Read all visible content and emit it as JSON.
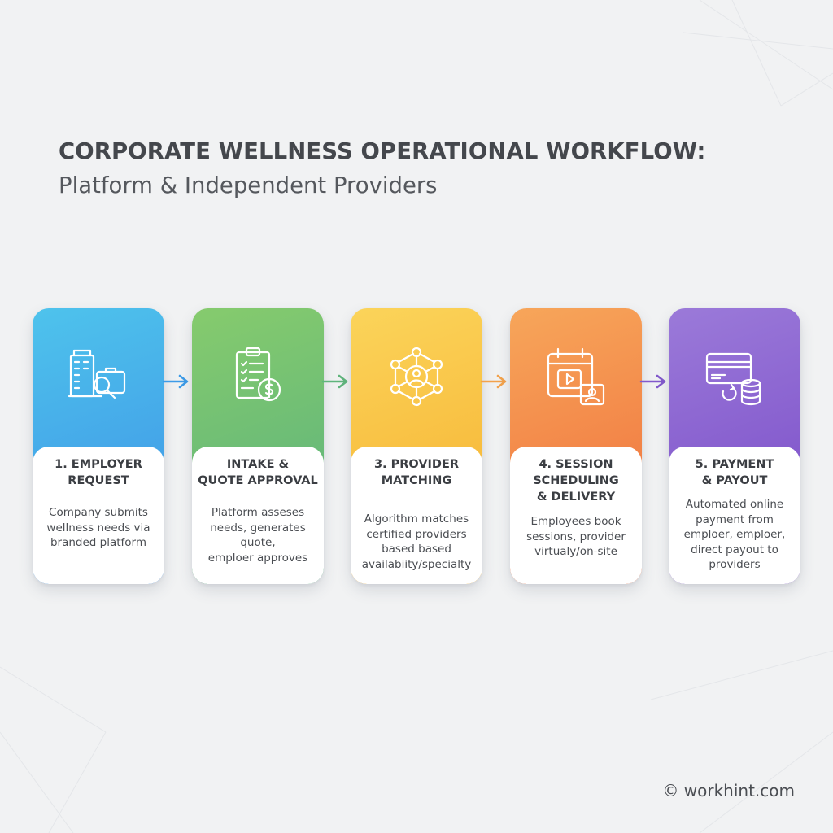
{
  "title": {
    "main": "CORPORATE WELLNESS OPERATIONAL WORKFLOW:",
    "sub": "Platform & Independent Providers"
  },
  "steps": [
    {
      "title": "1. EMPLOYER\nREQUEST",
      "description": "Company submits\nwellness needs via\nbranded platform",
      "icon": "building-search-icon",
      "color": "#3d9be8"
    },
    {
      "title": "INTAKE &\nQUOTE APPROVAL",
      "description": "Platform asseses\nneeds, generates quote,\nemploer approves",
      "icon": "clipboard-dollar-icon",
      "color": "#5fb57c"
    },
    {
      "title": "3. PROVIDER\nMATCHING",
      "description": "Algorithm matches\ncertified providers\nbased based\navailabiity/specialty",
      "icon": "network-user-icon",
      "color": "#f8bb3a"
    },
    {
      "title": "4. SESSION\nSCHEDULING\n& DELIVERY",
      "description": "Employees book\nsessions, provider\nvirtualy/on-site",
      "icon": "calendar-video-icon",
      "color": "#f07d44"
    },
    {
      "title": "5. PAYMENT\n& PAYOUT",
      "description": "Automated online\npayment from\nemploer, emploer,\ndirect payout to\nproviders",
      "icon": "card-coins-icon",
      "color": "#8259cc"
    }
  ],
  "footer": "© workhint.com"
}
